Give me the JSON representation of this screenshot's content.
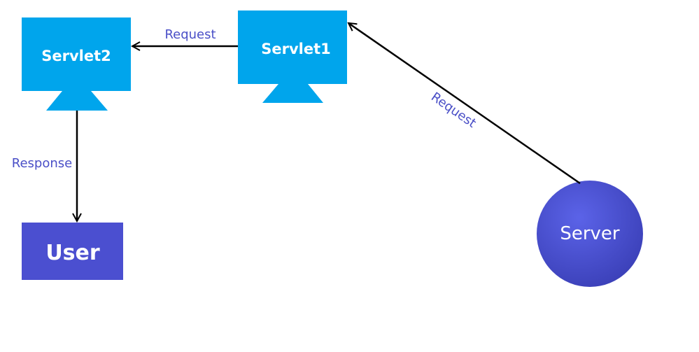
{
  "nodes": {
    "servlet2": {
      "label": "Servlet2",
      "color": "#00a5ec"
    },
    "servlet1": {
      "label": "Servlet1",
      "color": "#00a5ec"
    },
    "user": {
      "label": "User",
      "color": "#4b4fd0"
    },
    "server": {
      "label": "Server",
      "color": "#4f56d9"
    }
  },
  "edges": {
    "servlet1_to_servlet2": {
      "label": "Request"
    },
    "server_to_servlet1": {
      "label": "Request"
    },
    "servlet2_to_user": {
      "label": "Response"
    }
  },
  "colors": {
    "edge_line": "#000000",
    "edge_label": "#4a4fc7"
  }
}
